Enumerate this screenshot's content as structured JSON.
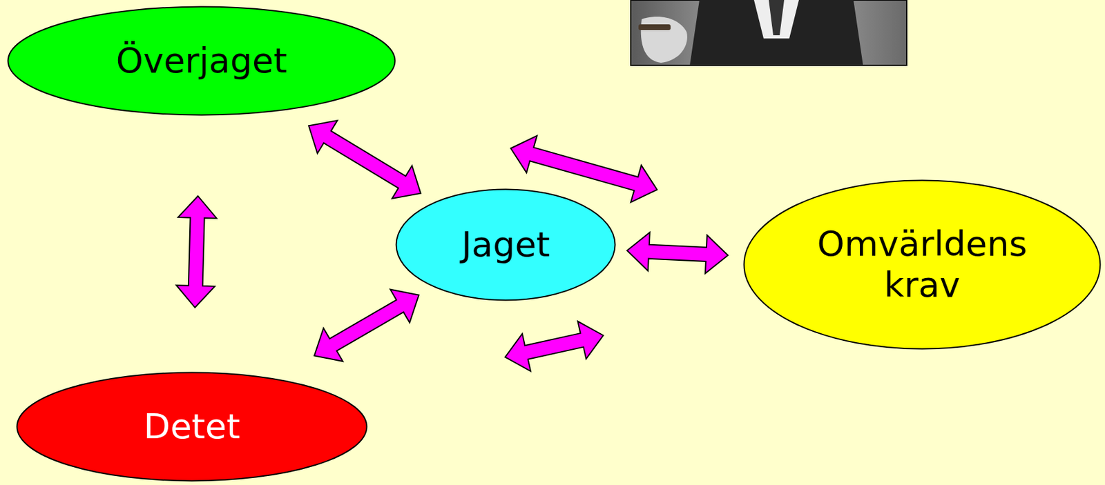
{
  "diagram": {
    "nodes": [
      {
        "text": [
          "Överjaget"
        ]
      },
      {
        "text": [
          "Jaget"
        ]
      },
      {
        "text": [
          "Omvärldens krav"
        ]
      },
      {
        "text": [
          "Detet"
        ]
      }
    ],
    "edges": [
      {
        "from": 0,
        "to": 1,
        "arrow": "both"
      },
      {
        "from": 0,
        "to": 3,
        "arrow": "both"
      },
      {
        "from": 3,
        "to": 1,
        "arrow": "both"
      },
      {
        "from": 1,
        "to": 2,
        "arrow": "both"
      },
      {
        "from": 0,
        "to": 2,
        "arrow": "both"
      },
      {
        "from": 3,
        "to": 2,
        "arrow": "both"
      }
    ]
  }
}
